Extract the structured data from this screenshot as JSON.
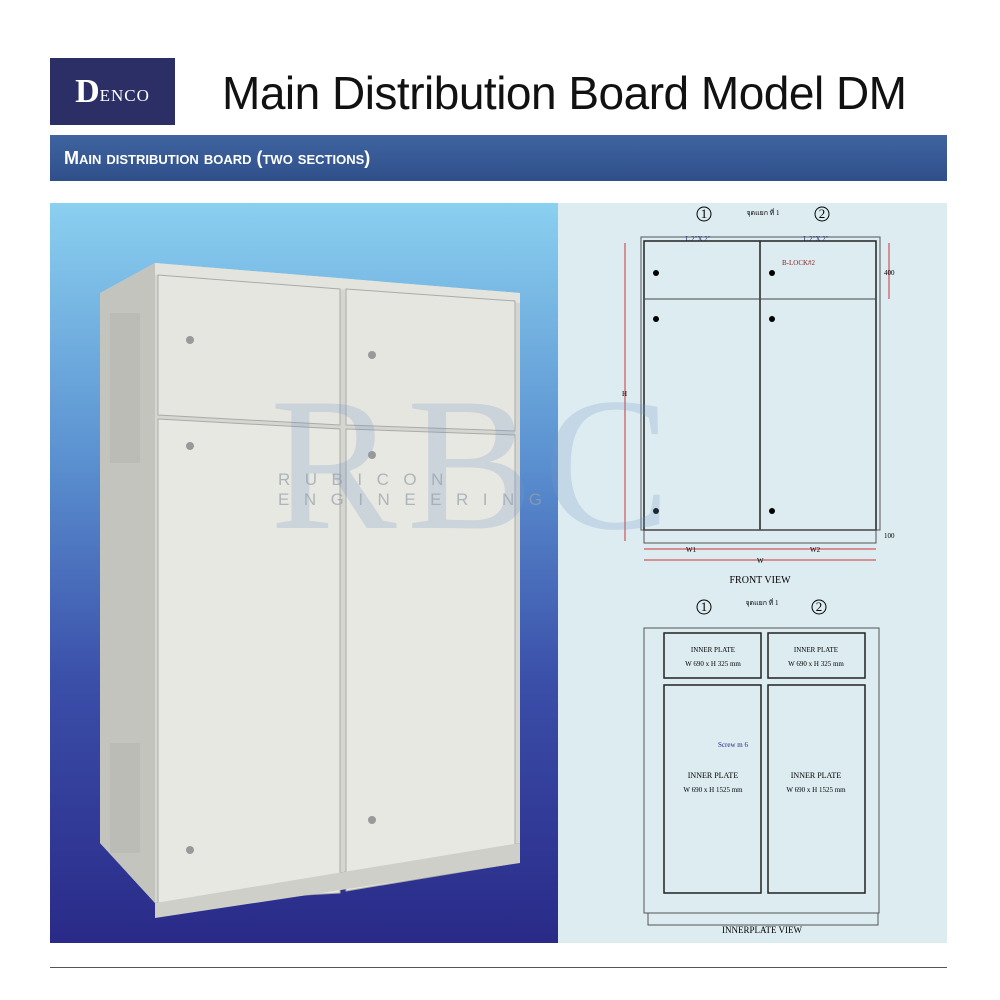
{
  "logo": {
    "initial": "D",
    "rest": "ENCO"
  },
  "title": "Main Distribution Board Model DM",
  "banner": "Main distribution board (two sections)",
  "watermark": {
    "letters": "RBC",
    "text": "RUBICON ENGINEERING"
  },
  "front_view": {
    "section_1": "1",
    "section_2": "2",
    "joint_note": "จุดแยก ที่ 1",
    "top_label": "L 2\"X 2\"",
    "lock_label": "B-LOCK#2",
    "dim_h": "H",
    "dim_top": "400",
    "dim_base": "100",
    "dim_w1": "W1",
    "dim_w2": "W2",
    "dim_w": "W",
    "caption": "FRONT VIEW"
  },
  "inner_view": {
    "section_1": "1",
    "section_2": "2",
    "joint_note": "จุดแยก ที่ 1",
    "top_plate_title": "INNER PLATE",
    "top_plate_size_1": "W 690 x H 325 mm",
    "top_plate_size_2": "W 690 x H 325 mm",
    "main_plate_title": "INNER PLATE",
    "main_plate_size_1": "W 690 x H 1525 mm",
    "main_plate_size_2": "W 690 x H 1525 mm",
    "screw_label": "Screw m 6",
    "caption": "INNERPLATE VIEW"
  }
}
